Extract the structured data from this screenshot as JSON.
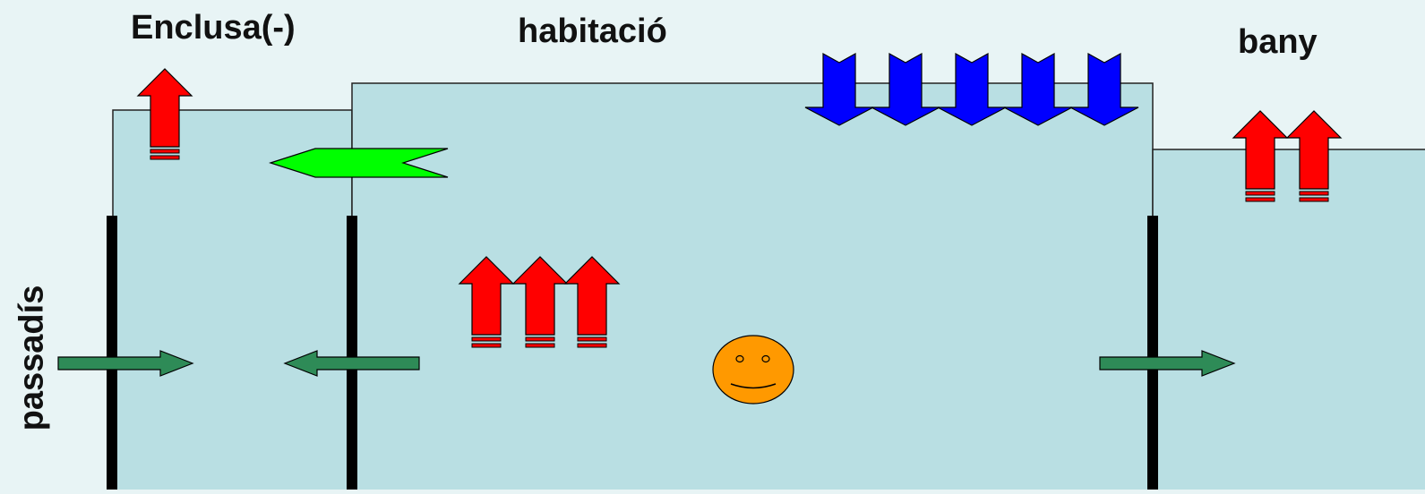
{
  "labels": {
    "anteroom": "Enclusa(-)",
    "room": "habitació",
    "bathroom": "bany",
    "corridor": "passadís"
  },
  "colors": {
    "background": "#e8f4f5",
    "room_fill": "#b9dfe3",
    "wall": "#000000",
    "exhaust_arrow": "#ff0000",
    "supply_arrow": "#0000ff",
    "transfer_arrow": "#00ff00",
    "airflow_arrow": "#2e8b57",
    "face": "#ff9900"
  },
  "icons": {
    "exhaust": "red-up-arrow-icon",
    "supply": "blue-down-arrow-icon",
    "transfer": "green-left-arrow-icon",
    "airflow": "green-horizontal-arrow-icon",
    "occupant": "smiley-face-icon"
  },
  "counts": {
    "anteroom_exhaust": 1,
    "room_exhaust": 3,
    "bathroom_exhaust": 2,
    "room_supply": 5
  }
}
